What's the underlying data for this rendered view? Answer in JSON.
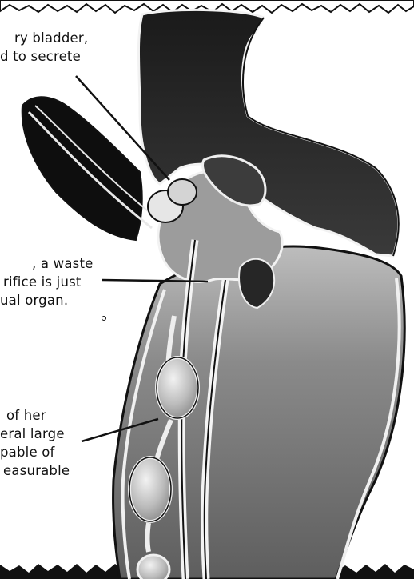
{
  "colors": {
    "ink": "#111111",
    "tissue_dark": "#2a2a2a",
    "tissue_mid": "#7a7a7a",
    "tissue_light": "#d8d8d8",
    "organ_highlight": "#e9e9e9"
  },
  "labels": {
    "top": [
      "ry bladder,",
      "d to secrete"
    ],
    "middle": [
      ", a waste",
      "rifice is just",
      "ual organ."
    ],
    "lower": [
      "of her",
      "eral large",
      "pable of",
      "easurable"
    ]
  }
}
